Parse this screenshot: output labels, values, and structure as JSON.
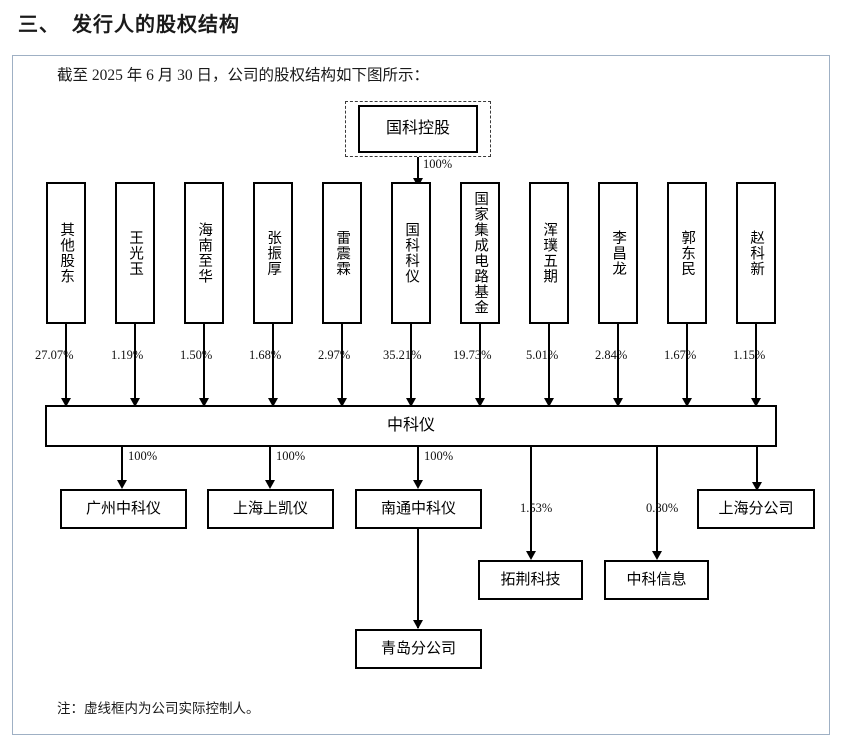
{
  "heading": "三、  发行人的股权结构",
  "intro": "截至 2025 年 6 月 30 日，公司的股权结构如下图所示：",
  "note": "注：虚线框内为公司实际控制人。",
  "controller": {
    "name": "国科控股",
    "to_subsidiary_pct": "100%",
    "dashed_note": "虚线框"
  },
  "main_entity": {
    "name": "中科仪"
  },
  "shareholders": [
    {
      "name": "其他股东",
      "pct": "27.07%"
    },
    {
      "name": "王光玉",
      "pct": "1.19%"
    },
    {
      "name": "海南至华",
      "pct": "1.50%"
    },
    {
      "name": "张振厚",
      "pct": "1.68%"
    },
    {
      "name": "雷震霖",
      "pct": "2.97%"
    },
    {
      "name": "国科科仪",
      "pct": "35.21%"
    },
    {
      "name": "国家集成电路基金",
      "pct": "19.73%"
    },
    {
      "name": "浑璞五期",
      "pct": "5.01%"
    },
    {
      "name": "李昌龙",
      "pct": "2.84%"
    },
    {
      "name": "郭东民",
      "pct": "1.67%"
    },
    {
      "name": "赵科新",
      "pct": "1.15%"
    }
  ],
  "subsidiaries": [
    {
      "name": "广州中科仪",
      "pct": "100%"
    },
    {
      "name": "上海上凯仪",
      "pct": "100%"
    },
    {
      "name": "南通中科仪",
      "pct": "100%"
    },
    {
      "name": "拓荆科技",
      "pct": "1.53%"
    },
    {
      "name": "中科信息",
      "pct": "0.80%"
    },
    {
      "name": "上海分公司",
      "pct": ""
    }
  ],
  "grandchild": {
    "name": "青岛分公司",
    "parent": "南通中科仪"
  }
}
